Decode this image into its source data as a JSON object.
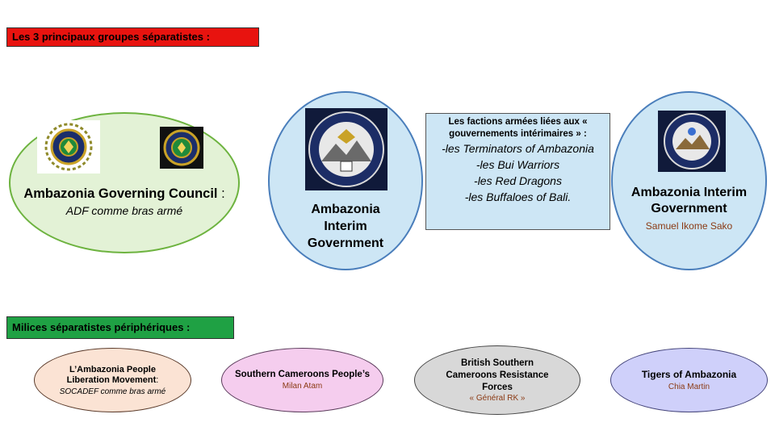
{
  "main_groups_label": "Les 3 principaux groupes séparatistes :",
  "agc": {
    "title": "Ambazonia Governing Council",
    "title_suffix": " :",
    "subtitle": "ADF comme bras armé",
    "logo_icon": "ambazonia-governing-council-emblem",
    "small_logo_icon": "ambazonia-governing-council-emblem"
  },
  "aig_left": {
    "title_line1": "Ambazonia",
    "title_line2": "Interim",
    "title_line3": "Government",
    "seal_icon": "seal-federal-republic-of-ambazonia"
  },
  "factions": {
    "heading": "Les factions armées liées aux « gouvernements intérimaires » :",
    "items": [
      "-les Terminators of Ambazonia",
      "-les Bui Warriors",
      "-les Red Dragons",
      "-les Buffaloes of Bali."
    ]
  },
  "aig_right": {
    "title_line1": "Ambazonia Interim",
    "title_line2": "Government",
    "person": "Samuel Ikome Sako",
    "seal_icon": "seal-federal-republic-of-ambazonia"
  },
  "peripheral_label": "Milices séparatistes périphériques :",
  "militias": [
    {
      "title_line1": "L’Ambazonia People",
      "title_line2": "Liberation Movement",
      "title_suffix": ":",
      "subtitle": "SOCADEF comme bras armé"
    },
    {
      "title": "Southern Cameroons People’s",
      "person": "Milan Atam"
    },
    {
      "title_line1": "British Southern",
      "title_line2": "Cameroons Resistance",
      "title_line3": "Forces",
      "person": "« Général RK »"
    },
    {
      "title": "Tigers of Ambazonia",
      "person": "Chia Martin"
    }
  ],
  "colors": {
    "main_label_bg": "#e8130f",
    "peripheral_label_bg": "#1fa144",
    "agc_fill": "#e3f2d6",
    "aig_fill": "#cde6f5",
    "person_text": "#8b3a14"
  }
}
